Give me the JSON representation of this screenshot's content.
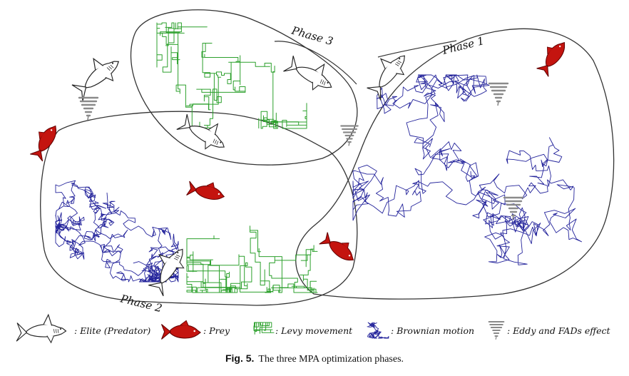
{
  "phases": {
    "phase1": "Phase 1",
    "phase2": "Phase 2",
    "phase3": "Phase 3"
  },
  "legend": {
    "elite": ": Elite (Predator)",
    "prey": ": Prey",
    "levy": ": Levy movement",
    "brownian": ": Brownian motion",
    "eddy": ": Eddy and FADs effect"
  },
  "caption": {
    "number": "Fig. 5.",
    "text": "The three MPA optimization phases."
  },
  "colors": {
    "levy": "#2ca02c",
    "brownian": "#23239b",
    "prey": "#c4140f",
    "outline": "#333333",
    "eddy": "#8a8a8a"
  },
  "icons": {
    "predator": "shark-icon",
    "prey": "red-fish-icon",
    "levy": "green-random-walk-icon",
    "brownian": "blue-random-walk-icon",
    "eddy": "tornado-icon"
  }
}
